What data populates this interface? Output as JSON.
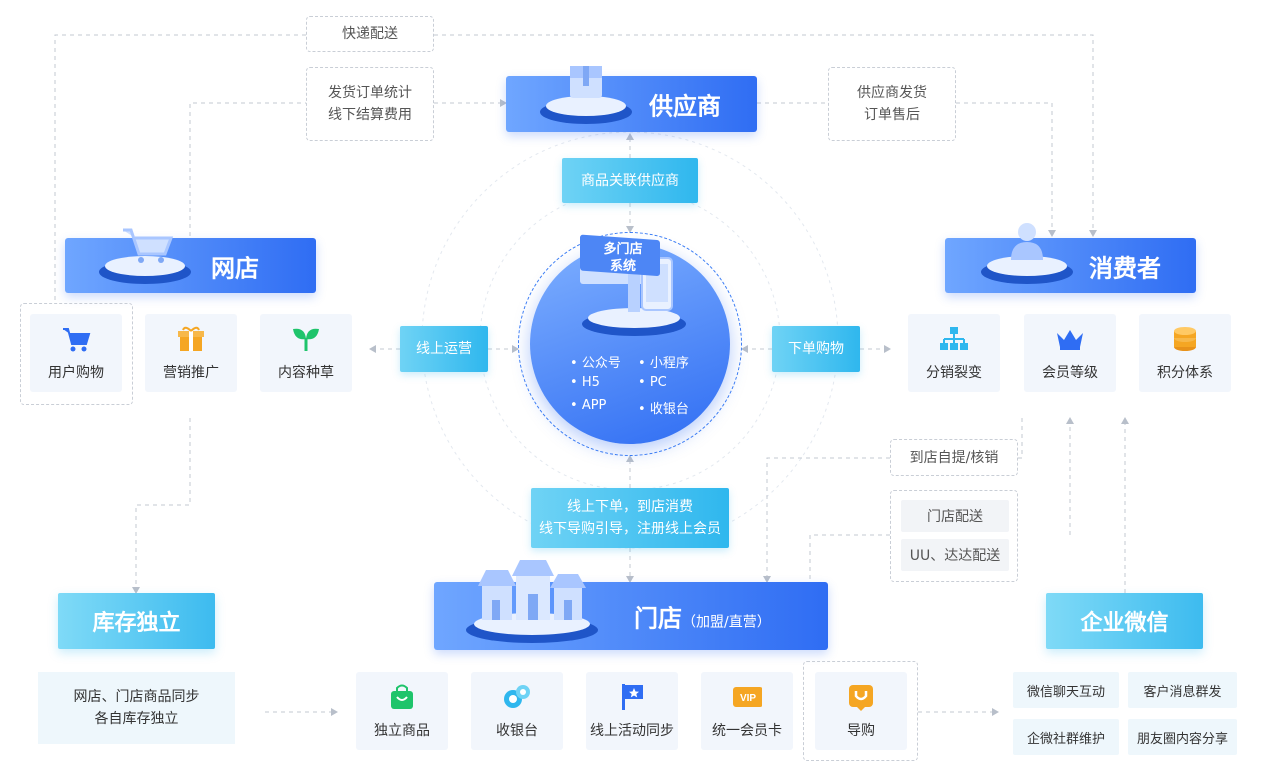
{
  "supplier": {
    "title": "供应商"
  },
  "online_store": {
    "title": "网店"
  },
  "consumer": {
    "title": "消费者"
  },
  "store": {
    "title": "门店",
    "subtitle": "（加盟/直营）"
  },
  "center": {
    "title_line1": "多门店",
    "title_line2": "系统",
    "channels": [
      "公众号",
      "小程序",
      "H5",
      "PC",
      "APP",
      "收银台"
    ]
  },
  "notes": {
    "express": "快递配送",
    "ship_stats_line1": "发货订单统计",
    "ship_stats_line2": "线下结算费用",
    "supplier_ship_line1": "供应商发货",
    "supplier_ship_line2": "订单售后",
    "pickup": "到店自提/核销",
    "store_delivery": "门店配送",
    "uu_delivery": "UU、达达配送"
  },
  "connectors": {
    "link_supplier": "商品关联供应商",
    "online_ops": "线上运营",
    "order_shopping": "下单购物",
    "o2o_line1": "线上下单，到店消费",
    "o2o_line2": "线下导购引导，注册线上会员"
  },
  "online_tiles": [
    {
      "label": "用户购物",
      "icon": "shopping-cart-icon"
    },
    {
      "label": "营销推广",
      "icon": "gift-icon"
    },
    {
      "label": "内容种草",
      "icon": "sprout-icon"
    }
  ],
  "consumer_tiles": [
    {
      "label": "分销裂变",
      "icon": "org-tree-icon"
    },
    {
      "label": "会员等级",
      "icon": "crown-icon"
    },
    {
      "label": "积分体系",
      "icon": "coins-icon"
    }
  ],
  "inventory": {
    "title": "库存独立",
    "desc_line1": "网店、门店商品同步",
    "desc_line2": "各自库存独立"
  },
  "store_tiles": [
    {
      "label": "独立商品",
      "icon": "shopping-bag-icon"
    },
    {
      "label": "收银台",
      "icon": "coin-icon"
    },
    {
      "label": "线上活动同步",
      "icon": "flag-icon"
    },
    {
      "label": "统一会员卡",
      "icon": "vip-card-icon"
    },
    {
      "label": "导购",
      "icon": "guide-icon"
    }
  ],
  "wecom": {
    "title": "企业微信",
    "chips": [
      "微信聊天互动",
      "客户消息群发",
      "企微社群维护",
      "朋友圈内容分享"
    ]
  },
  "colors": {
    "blue": "#2f6df3",
    "cyan": "#2fb7ee",
    "orange": "#f5a623",
    "green": "#1fc46b"
  }
}
